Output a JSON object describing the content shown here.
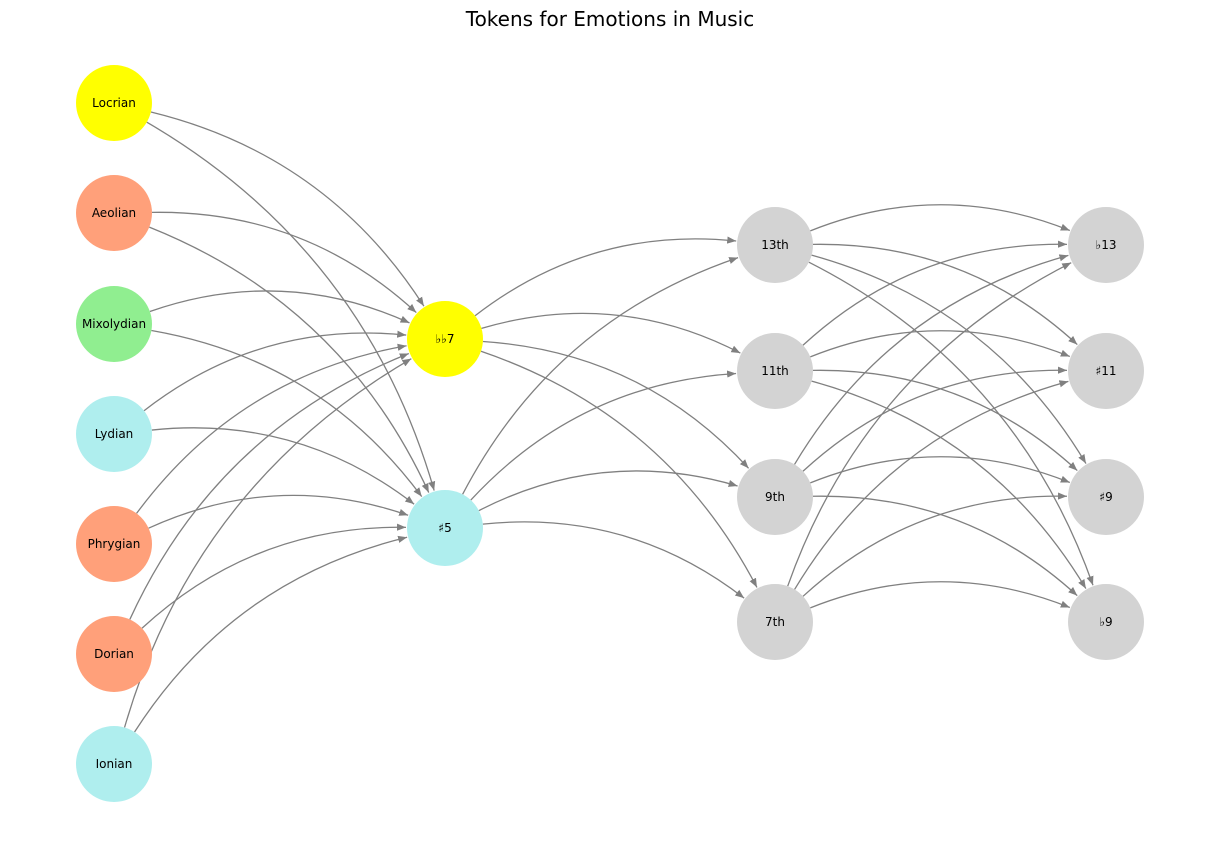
{
  "title": "Tokens for Emotions in Music",
  "colors": {
    "yellow": "#ffff00",
    "salmon": "#ffa07a",
    "green": "#90ee90",
    "cyan": "#afeeee",
    "gray": "#d3d3d3",
    "edge": "#808080"
  },
  "layers": [
    [
      {
        "id": "locrian",
        "label": "Locrian",
        "color": "yellow"
      },
      {
        "id": "aeolian",
        "label": "Aeolian",
        "color": "salmon"
      },
      {
        "id": "mixolydian",
        "label": "Mixolydian",
        "color": "green"
      },
      {
        "id": "lydian",
        "label": "Lydian",
        "color": "cyan"
      },
      {
        "id": "phrygian",
        "label": "Phrygian",
        "color": "salmon"
      },
      {
        "id": "dorian",
        "label": "Dorian",
        "color": "salmon"
      },
      {
        "id": "ionian",
        "label": "Ionian",
        "color": "cyan"
      }
    ],
    [
      {
        "id": "bb7",
        "label": "♭♭7",
        "color": "yellow"
      },
      {
        "id": "s5",
        "label": "♯5",
        "color": "cyan"
      }
    ],
    [
      {
        "id": "13th",
        "label": "13th",
        "color": "gray"
      },
      {
        "id": "11th",
        "label": "11th",
        "color": "gray"
      },
      {
        "id": "9th",
        "label": "9th",
        "color": "gray"
      },
      {
        "id": "7th",
        "label": "7th",
        "color": "gray"
      }
    ],
    [
      {
        "id": "b13",
        "label": "♭13",
        "color": "gray"
      },
      {
        "id": "s11",
        "label": "♯11",
        "color": "gray"
      },
      {
        "id": "s9",
        "label": "♯9",
        "color": "gray"
      },
      {
        "id": "b9",
        "label": "♭9",
        "color": "gray"
      }
    ]
  ]
}
